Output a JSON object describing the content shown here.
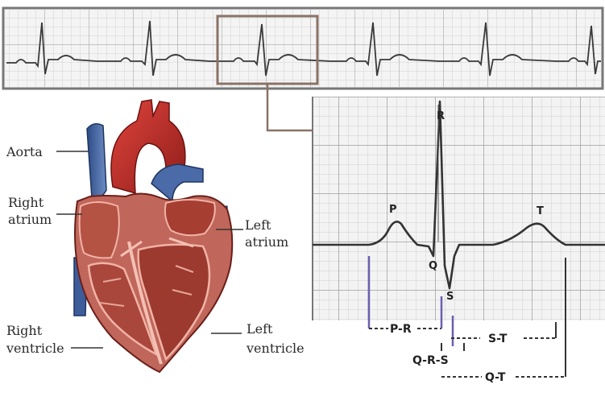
{
  "colors": {
    "grid_bg": "#f3f3f3",
    "grid_line": "#c8c8c8",
    "grid_major": "#9c9c9c",
    "trace": "#3a3a3a",
    "highlight_box": "#8a7266",
    "heart_red": "#c8302c",
    "heart_muscle": "#b86a5a",
    "vein_blue": "#3d5d9a",
    "pr_marker": "#6a5fb0"
  },
  "heart": {
    "labels": {
      "aorta": "Aorta",
      "right_atrium_1": "Right",
      "right_atrium_2": "atrium",
      "left_atrium_1": "Left",
      "left_atrium_2": "atrium",
      "right_ventricle_1": "Right",
      "right_ventricle_2": "ventricle",
      "left_ventricle_1": "Left",
      "left_ventricle_2": "ventricle"
    }
  },
  "ecg": {
    "waves": {
      "p": "P",
      "q": "Q",
      "r": "R",
      "s": "S",
      "t": "T"
    },
    "intervals": {
      "pr": "P-R",
      "st": "S-T",
      "qrs": "Q-R-S",
      "qt": "Q-T"
    }
  }
}
